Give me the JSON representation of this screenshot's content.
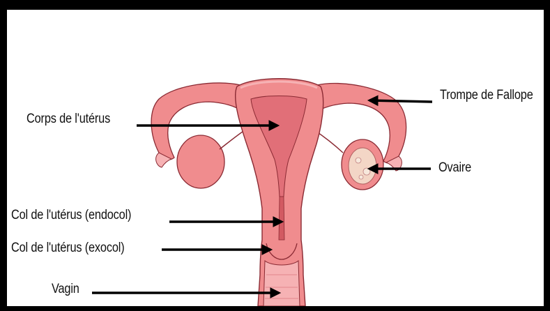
{
  "labels": {
    "corps": "Corps de l'utérus",
    "trompe": "Trompe de Fallope",
    "ovaire": "Ovaire",
    "endocol": "Col de l'utérus (endocol)",
    "exocol": "Col de l'utérus (exocol)",
    "vagin": "Vagin"
  },
  "colors": {
    "frame": "#000000",
    "background": "#ffffff",
    "tissue": "#f08c8e",
    "tissue_light": "#f6b2b4",
    "tissue_dark": "#d25a62",
    "outline": "#8a2a33",
    "arrow": "#000000"
  }
}
